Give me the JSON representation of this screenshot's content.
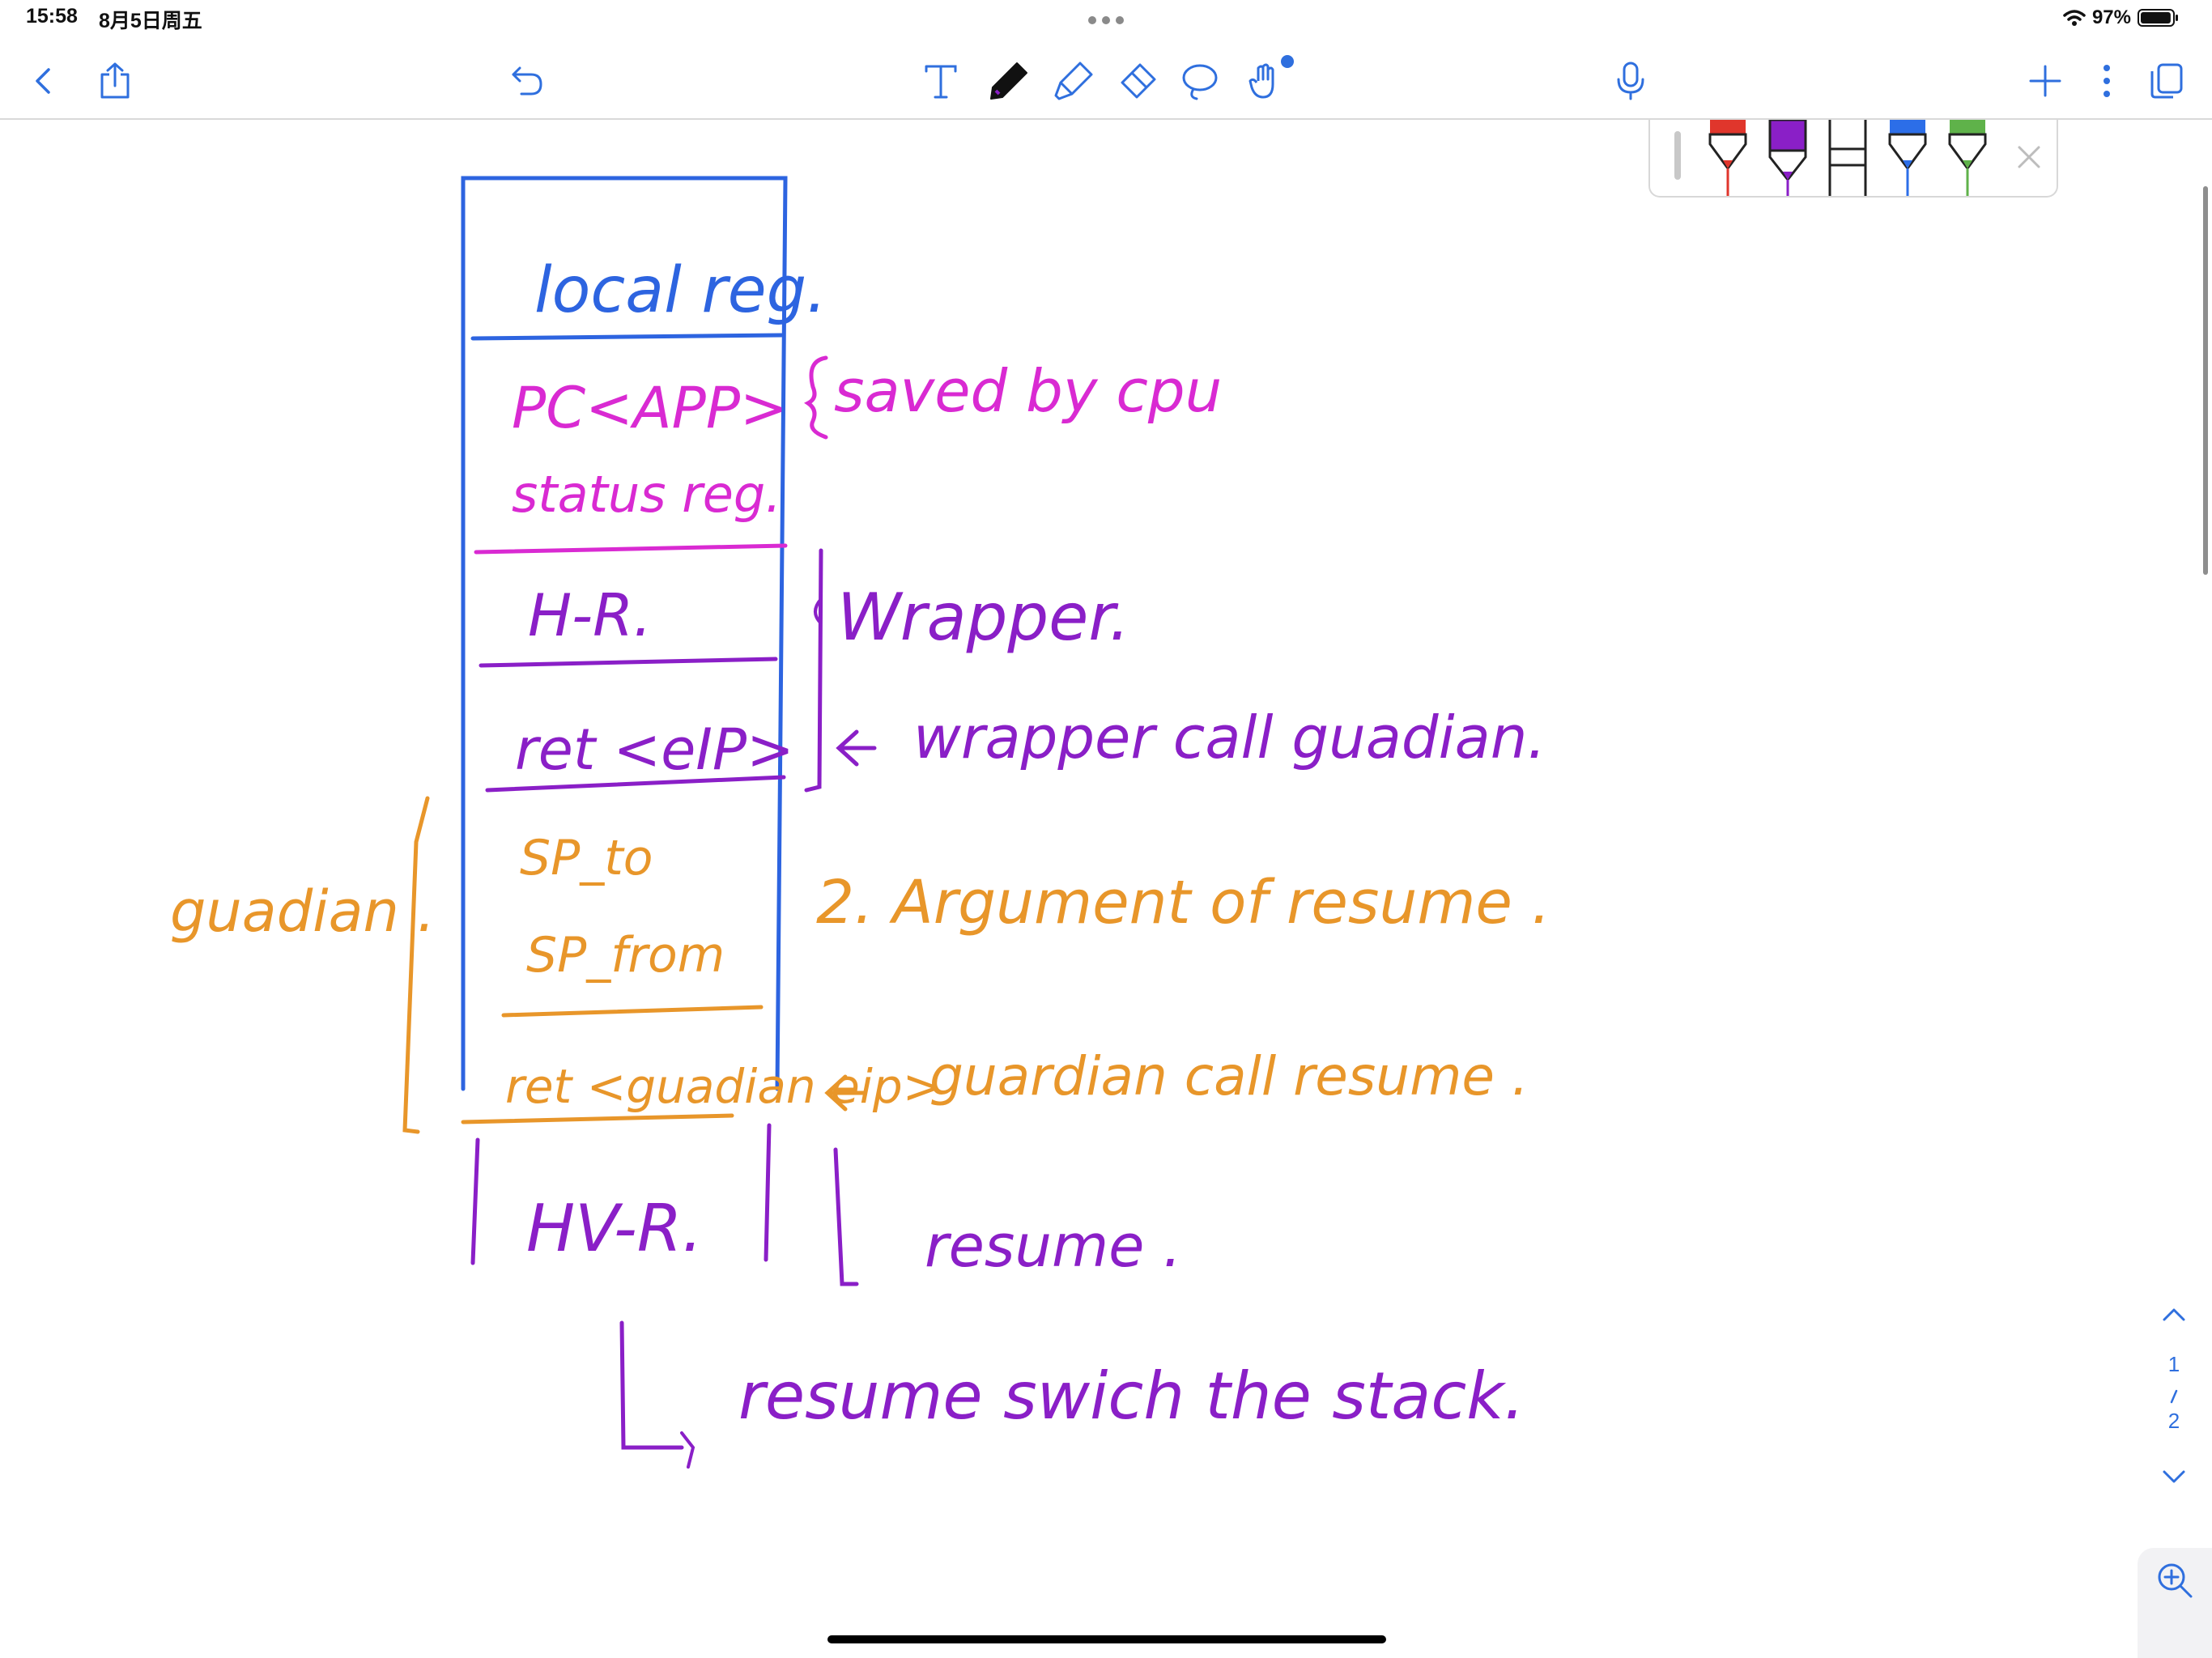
{
  "status_bar": {
    "time": "15:58",
    "date": "8月5日周五",
    "battery": "97%",
    "battery_level": 0.97
  },
  "toolbar": {
    "left_buttons": [
      "back-icon",
      "share-icon",
      "undo-icon"
    ],
    "tools": [
      "text-tool-icon",
      "pen-tool-icon",
      "highlighter-tool-icon",
      "eraser-tool-icon",
      "lasso-tool-icon",
      "hand-touch-icon"
    ],
    "selected_tool": "pen-tool-icon",
    "right_buttons": [
      "microphone-icon",
      "add-page-icon",
      "more-icon",
      "pages-icon"
    ]
  },
  "pen_tray": {
    "pens": [
      {
        "name": "red",
        "color": "#e0362c"
      },
      {
        "name": "purple",
        "color": "#8a1fc7"
      },
      {
        "name": "white",
        "color": "#ffffff"
      },
      {
        "name": "blue",
        "color": "#2c6ee8"
      },
      {
        "name": "green",
        "color": "#5fb24a"
      }
    ],
    "selected": "purple"
  },
  "colors": {
    "ink_blue": "#2d64e0",
    "ink_magenta": "#d92ad2",
    "ink_purple": "#8a1fc7",
    "ink_orange": "#e8962a",
    "accent": "#2f6fde"
  },
  "notes": {
    "stack_labels": {
      "local_reg": "local reg.",
      "pc_app": "PC<APP>",
      "status_reg": "status reg.",
      "hr_1": "H-R.",
      "ret_eip": "ret <eIP>",
      "sp_to": "SP_to",
      "sp_from": "SP_from",
      "ret_guardian": "ret <guadian eip>",
      "hv_r": "HV-R."
    },
    "annotations": {
      "saved_by_cpu": "saved by cpu",
      "wrapper": "Wrapper.",
      "wrapper_call": "wrapper call guadian.",
      "arguments": "2. Argument of resume .",
      "guardian_side": "guadian .",
      "guardian_call": "guardian call resume .",
      "resume": "resume .",
      "resume_switch": "resume swich the stack."
    }
  },
  "page_nav": {
    "current": "1",
    "total": "2"
  }
}
